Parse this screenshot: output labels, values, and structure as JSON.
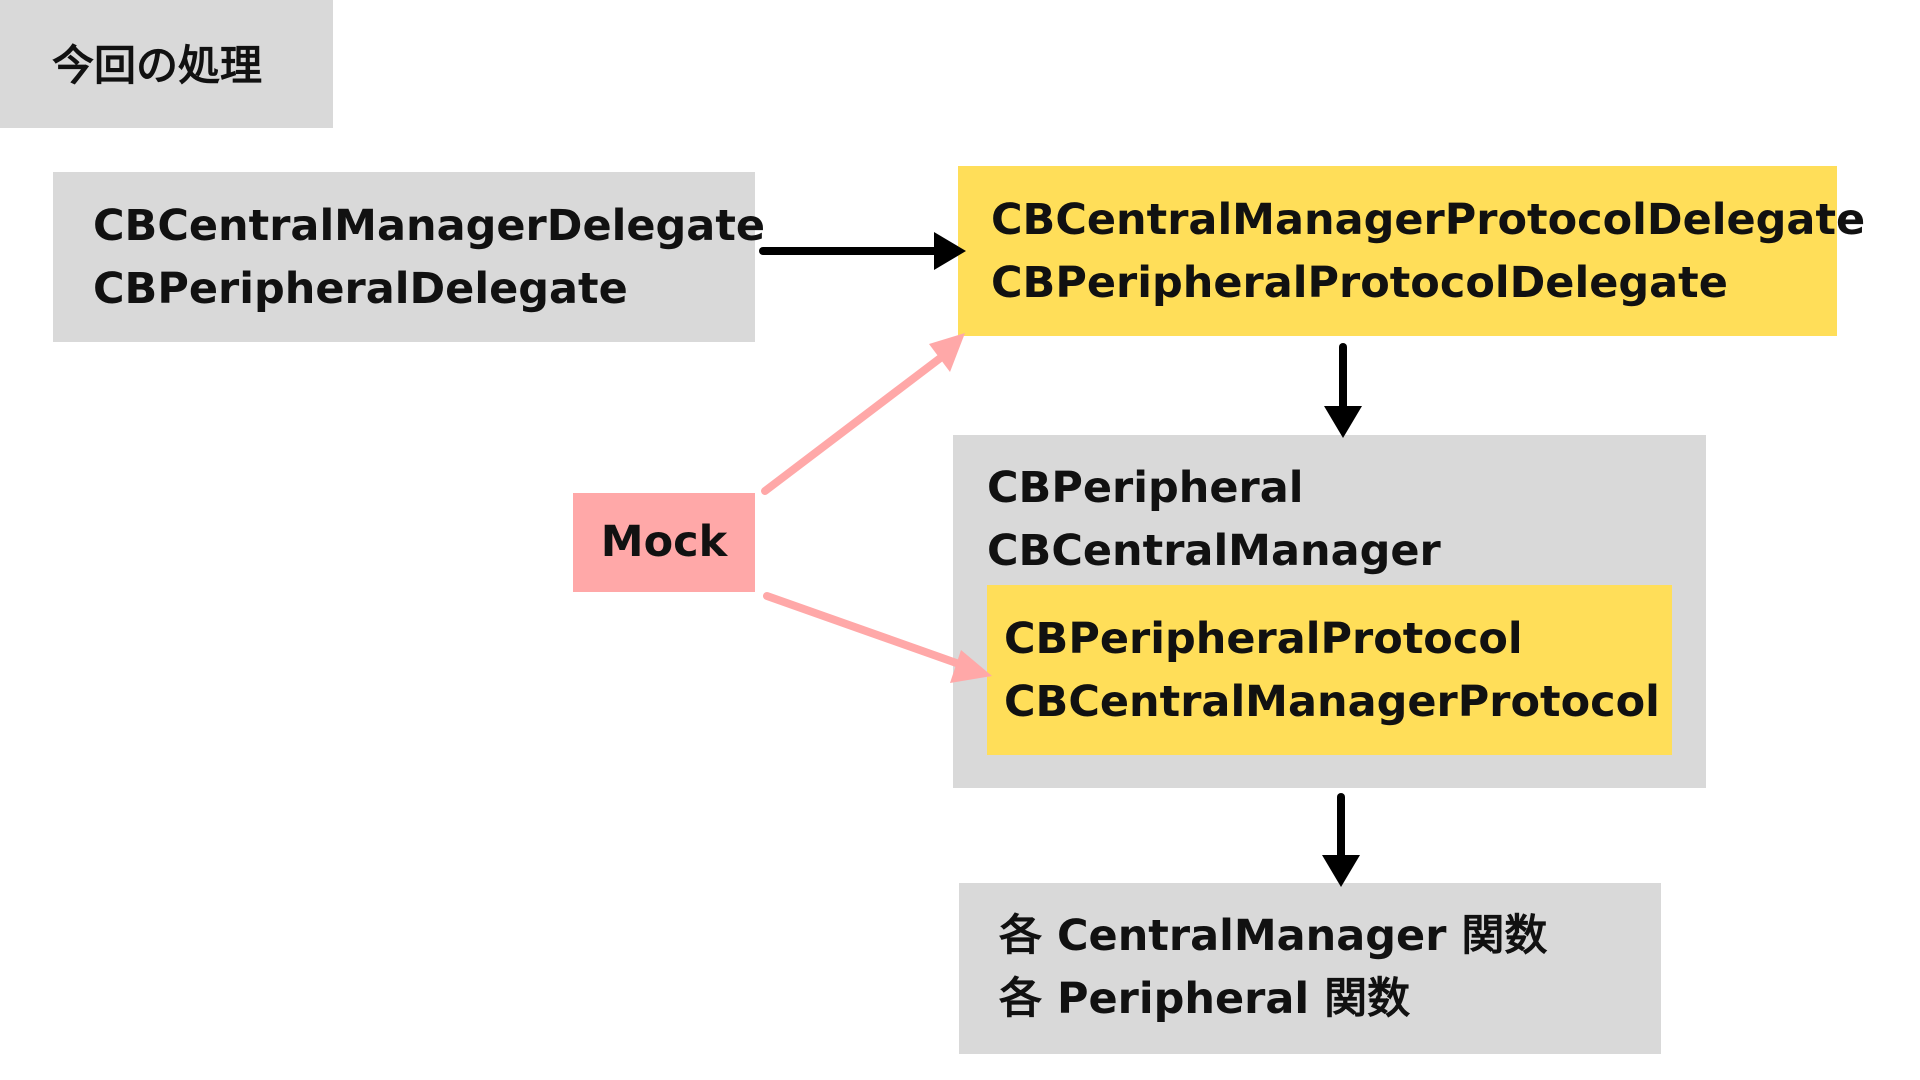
{
  "colors": {
    "gray": "#d9d9d9",
    "yellow": "#ffde59",
    "pink": "#ffa8a8",
    "arrow_black": "#000000",
    "arrow_pink": "#ffa8a8"
  },
  "title": "今回の処理",
  "delegate_box": {
    "lines": [
      "CBCentralManagerDelegate",
      "CBPeripheralDelegate"
    ]
  },
  "protocol_delegate_box": {
    "lines": [
      "CBCentralManagerProtocolDelegate",
      "CBPeripheralProtocolDelegate"
    ]
  },
  "core_box": {
    "lines": [
      "CBPeripheral",
      "CBCentralManager"
    ]
  },
  "protocol_box": {
    "lines": [
      "CBPeripheralProtocol",
      "CBCentralManagerProtocol"
    ]
  },
  "mock": "Mock",
  "functions_box": {
    "lines": [
      "各 CentralManager 関数",
      "各 Peripheral 関数"
    ]
  }
}
